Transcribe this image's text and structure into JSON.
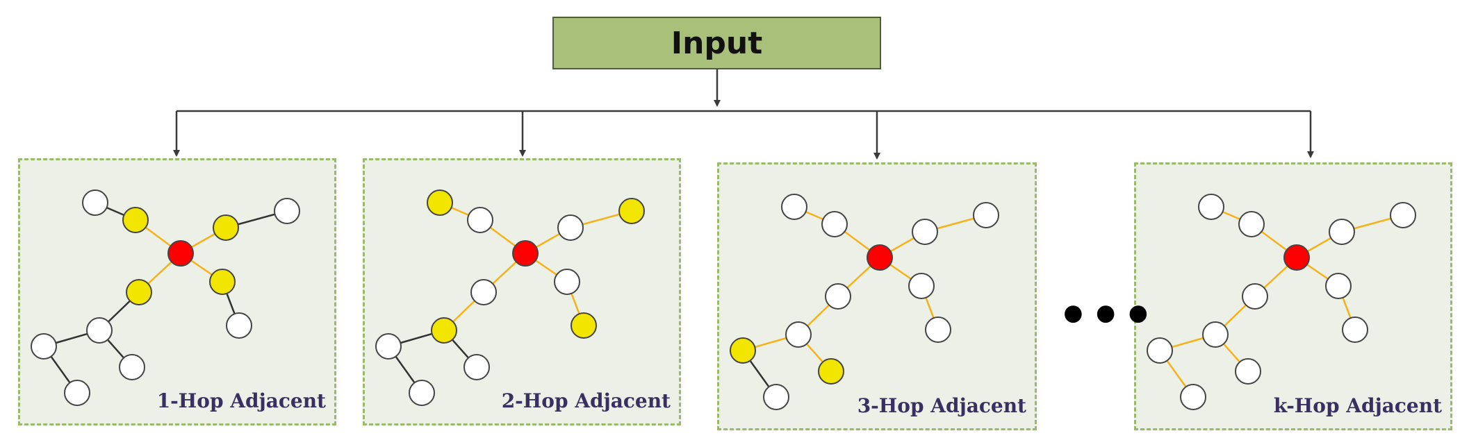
{
  "input": {
    "label": "Input"
  },
  "panels": [
    {
      "label": "1-Hop Adjacent"
    },
    {
      "label": "2-Hop Adjacent"
    },
    {
      "label": "3-Hop Adjacent"
    },
    {
      "label": "k-Hop Adjacent"
    }
  ],
  "ellipsis": "•••",
  "colors": {
    "input_fill": "#a8c07a",
    "panel_fill": "#edf0e6",
    "panel_border": "#9ab96a",
    "center_node": "#ff0000",
    "highlight_node": "#f2e600",
    "plain_node": "#ffffff",
    "highlight_edge": "#f5b21b",
    "plain_edge": "#333333",
    "label_text": "#3a2f63"
  }
}
